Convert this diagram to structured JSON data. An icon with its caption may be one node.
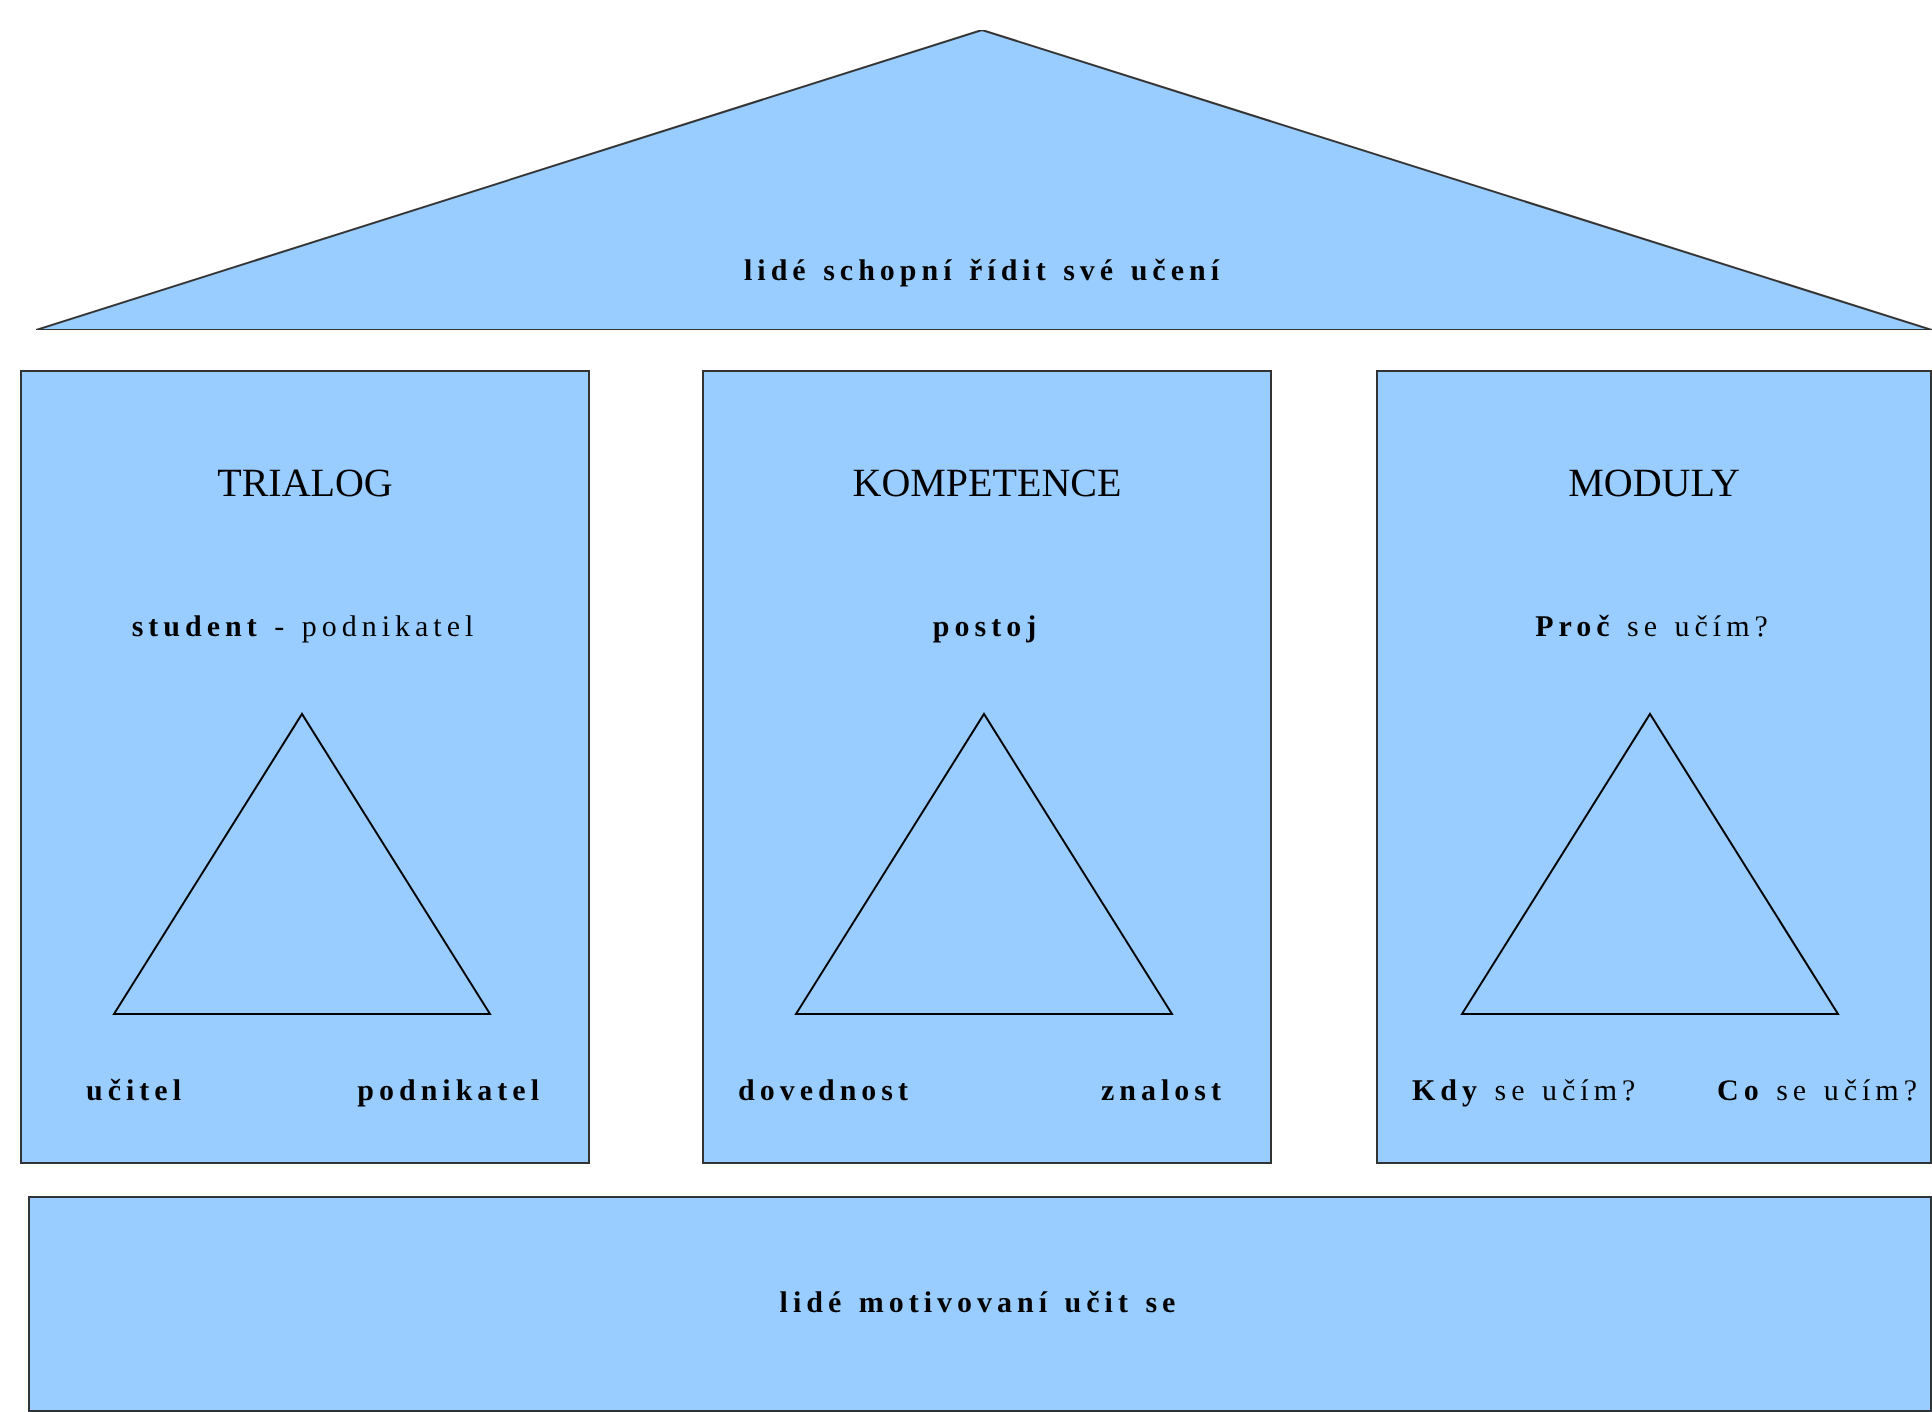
{
  "diagram": {
    "nodes": [
      {
        "text": [
          "lidé schopní řídit své učení"
        ]
      },
      {
        "text": [
          "TRIALOG",
          "**student** - podnikatel",
          "učitel",
          "podnikatel"
        ]
      },
      {
        "text": [],
        "shape": "triangle",
        "in": 1
      },
      {
        "text": [
          "KOMPETENCE",
          "postoj",
          "dovednost",
          "znalost"
        ]
      },
      {
        "text": [],
        "shape": "triangle",
        "in": 3
      },
      {
        "text": [
          "MODULY",
          "**Proč** se učím?",
          "**Kdy** se učím?",
          "**Co** se učím?"
        ]
      },
      {
        "text": [],
        "shape": "triangle",
        "in": 5
      },
      {
        "text": [
          "lidé motivovaní učit se"
        ]
      }
    ]
  }
}
